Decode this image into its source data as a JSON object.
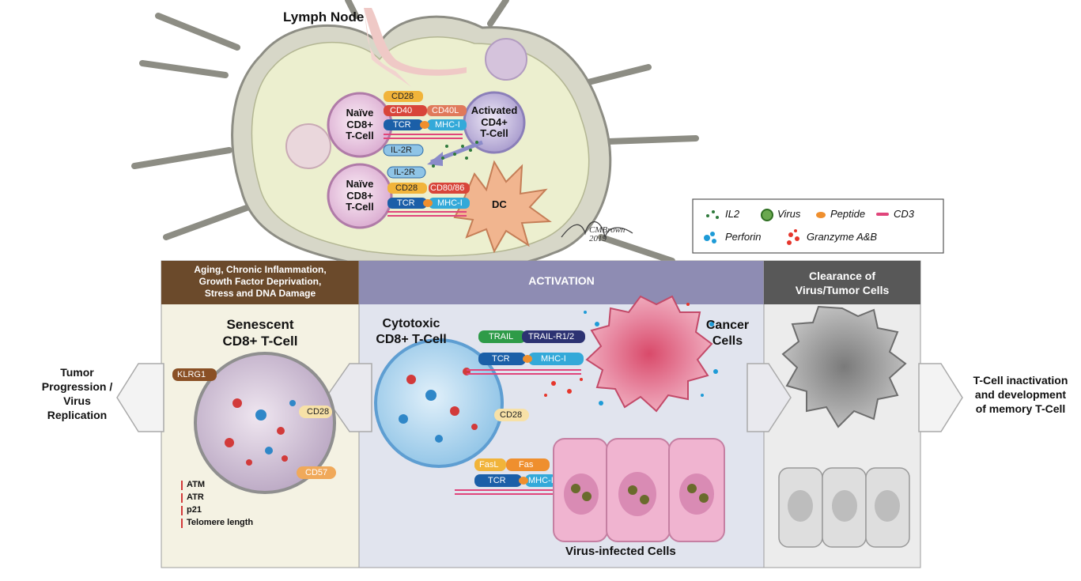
{
  "lymph_node": {
    "title": "Lymph Node",
    "naive_cell_1": [
      "Naïve",
      "CD8+",
      "T-Cell"
    ],
    "naive_cell_2": [
      "Naïve",
      "CD8+",
      "T-Cell"
    ],
    "activated_cell": [
      "Activated",
      "CD4+",
      "T-Cell"
    ],
    "dc": "DC",
    "receptors_top": {
      "cd28": "CD28",
      "cd40": "CD40",
      "cd40l": "CD40L",
      "tcr": "TCR",
      "mhc": "MHC-I",
      "il2r": "IL-2R"
    },
    "receptors_bottom": {
      "il2r": "IL-2R",
      "cd28": "CD28",
      "cd80": "CD80/86",
      "tcr": "TCR",
      "mhc": "MHC-I"
    }
  },
  "legend": {
    "il2": "IL2",
    "virus": "Virus",
    "peptide": "Peptide",
    "cd3": "CD3",
    "perforin": "Perforin",
    "granzyme": "Granzyme A&B"
  },
  "senescence_panel": {
    "header": [
      "Aging, Chronic Inflammation,",
      "Growth Factor Deprivation,",
      "Stress and DNA Damage"
    ],
    "title": [
      "Senescent",
      "CD8+ T-Cell"
    ],
    "klrg1": "KLRG1",
    "cd28": "CD28",
    "cd57": "CD57",
    "markers": [
      "ATM",
      "ATR",
      "p21",
      "Telomere length"
    ]
  },
  "activation_panel": {
    "header": "ACTIVATION",
    "cytotoxic": [
      "Cytotoxic",
      "CD8+ T-Cell"
    ],
    "cancer": [
      "Cancer",
      "Cells"
    ],
    "trail": "TRAIL",
    "trail_r": "TRAIL-R1/2",
    "tcr": "TCR",
    "mhc": "MHC-I",
    "cd28": "CD28",
    "fasl": "FasL",
    "fas": "Fas",
    "tcr2": "TCR",
    "mhc2": "MHC-I",
    "virus_infected": "Virus-infected Cells"
  },
  "clearance_panel": {
    "header": [
      "Clearance of",
      "Virus/Tumor Cells"
    ]
  },
  "outcomes": {
    "left": [
      "Tumor",
      "Progression /",
      "Virus",
      "Replication"
    ],
    "right": [
      "T-Cell inactivation",
      "and development",
      "of memory T-Cell"
    ]
  },
  "signature": [
    "CMBrown",
    "2019"
  ],
  "colors": {
    "senescence_header": "#6b4a2b",
    "activation_header": "#8e8cb3",
    "clearance_header": "#585858",
    "cd28": "#f1b43a",
    "cd40": "#d8453a",
    "tcr": "#1b5fa8",
    "mhc": "#33a9d9",
    "il2r": "#8fc4e6",
    "trail": "#2e9b48",
    "trail_r": "#2c3272",
    "fas": "#ef8f2e",
    "cd3": "#e0457b"
  }
}
